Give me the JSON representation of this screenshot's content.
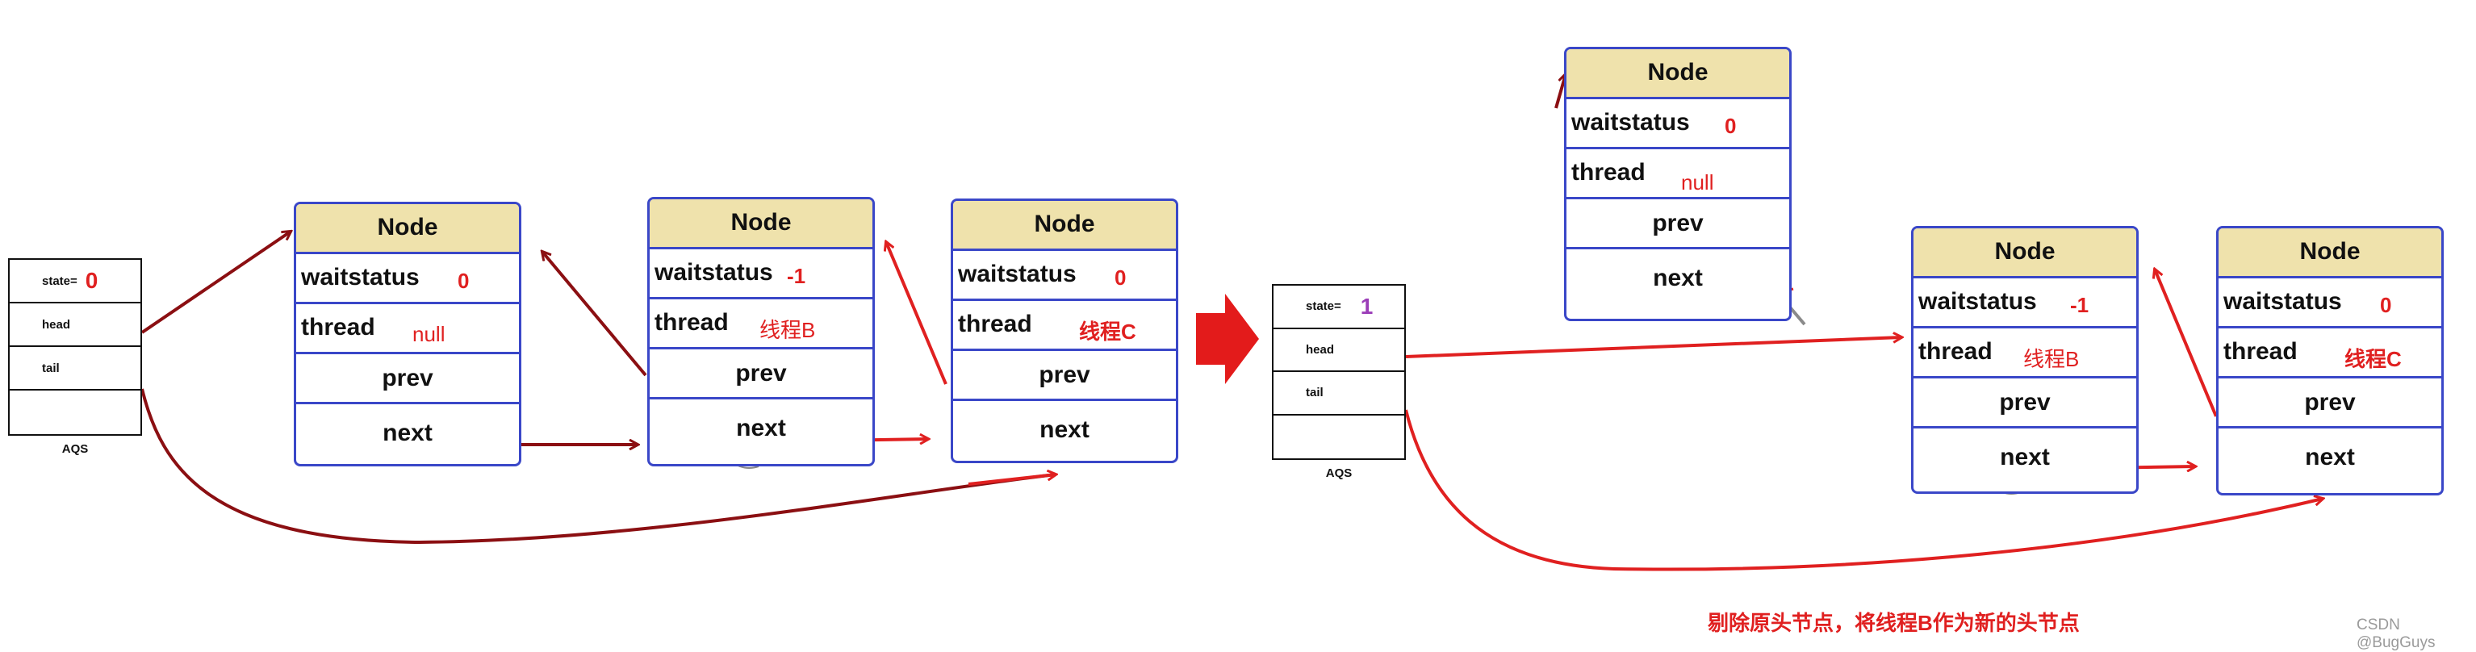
{
  "colors": {
    "dark_red": "#8b0f12",
    "red": "#e02020",
    "node_border": "#3a47c8",
    "node_header": "#efe2ac",
    "purple": "#9b3db8",
    "gray": "#8a8a8a"
  },
  "aqs_left": {
    "label": "AQS",
    "state_label": "state=",
    "state_value": "0",
    "head_label": "head",
    "tail_label": "tail"
  },
  "aqs_right": {
    "label": "AQS",
    "state_label": "state=",
    "state_value": "1",
    "head_label": "head",
    "tail_label": "tail"
  },
  "node_labels": {
    "title": "Node",
    "waitstatus": "waitstatus",
    "thread": "thread",
    "prev": "prev",
    "next": "next"
  },
  "left_nodes": [
    {
      "waitstatus": "0",
      "thread": "null"
    },
    {
      "waitstatus": "-1",
      "thread": "线程B"
    },
    {
      "waitstatus": "0",
      "thread": "线程C"
    }
  ],
  "right_nodes": [
    {
      "waitstatus": "0",
      "thread": "null"
    },
    {
      "waitstatus": "-1",
      "thread": "线程B"
    },
    {
      "waitstatus": "0",
      "thread": "线程C"
    }
  ],
  "caption": "剔除原头节点，将线程B作为新的头节点",
  "watermark": "CSDN @BugGuys"
}
